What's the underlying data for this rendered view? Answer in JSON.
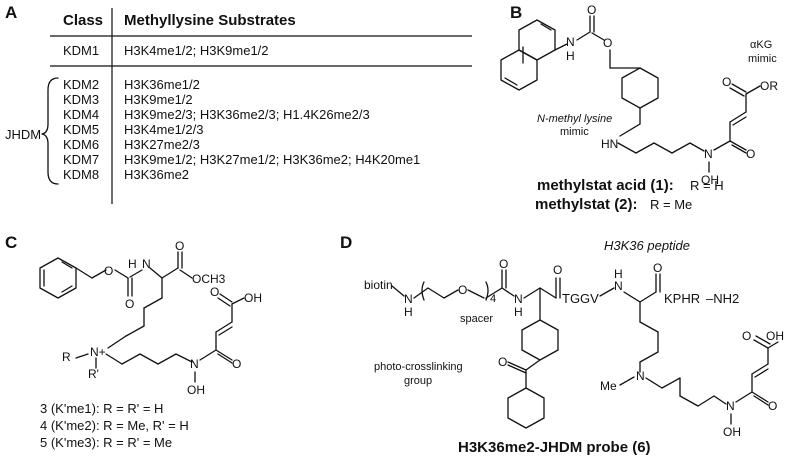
{
  "panels": {
    "a": "A",
    "b": "B",
    "c": "C",
    "d": "D"
  },
  "table": {
    "col_class": "Class",
    "col_substrates": "Methyllysine Substrates",
    "group_label": "JHDM",
    "rows": [
      {
        "cls": "KDM1",
        "sub": "H3K4me1/2; H3K9me1/2"
      },
      {
        "cls": "KDM2",
        "sub": "H3K36me1/2"
      },
      {
        "cls": "KDM3",
        "sub": "H3K9me1/2"
      },
      {
        "cls": "KDM4",
        "sub": "H3K9me2/3; H3K36me2/3; H1.4K26me2/3"
      },
      {
        "cls": "KDM5",
        "sub": "H3K4me1/2/3"
      },
      {
        "cls": "KDM6",
        "sub": "H3K27me2/3"
      },
      {
        "cls": "KDM7",
        "sub": "H3K9me1/2; H3K27me1/2; H3K36me2; H4K20me1"
      },
      {
        "cls": "KDM8",
        "sub": "H3K36me2"
      }
    ]
  },
  "b": {
    "atom_N": "N",
    "atom_H": "H",
    "atom_O": "O",
    "atom_OR": "OR",
    "atom_HN": "HN",
    "atom_OH": "OH",
    "label_nmethyl_1": "N-methyl lysine",
    "label_nmethyl_2": "mimic",
    "label_akg_1": "αKG",
    "label_akg_2": "mimic",
    "cmpd1_name": "methylstat acid (1):",
    "cmpd1_r": "R = H",
    "cmpd2_name": "methylstat (2):",
    "cmpd2_r": "R = Me"
  },
  "c": {
    "atom_H": "H",
    "atom_N": "N",
    "atom_O": "O",
    "atom_OCH3": "OCH3",
    "atom_OH": "OH",
    "atom_R": "R",
    "atom_Rp": "R'",
    "atom_Nplus": "N+",
    "cmpd3": "3 (K'me1):  R = R' = H",
    "cmpd4": "4 (K'me2):  R = Me, R' = H",
    "cmpd5": "5 (K'me3):  R = R' = Me"
  },
  "d": {
    "biotin": "biotin",
    "atom_N": "N",
    "atom_H": "H",
    "atom_O": "O",
    "sub4": "4",
    "spacer": "spacer",
    "tggv": "TGGV",
    "kphr": "KPHR",
    "nh2": "–NH2",
    "peptide_label": "H3K36 peptide",
    "photo_1": "photo-crosslinking",
    "photo_2": "group",
    "atom_Me": "Me",
    "atom_OH": "OH",
    "probe_name": "H3K36me2-JHDM probe (6)"
  }
}
